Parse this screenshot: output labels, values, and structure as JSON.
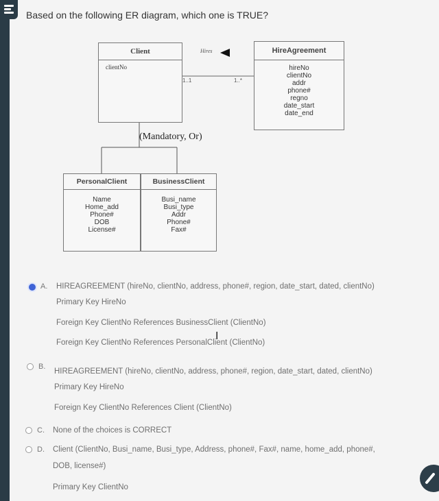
{
  "question": "Based on the following ER diagram, which one is TRUE?",
  "diagram": {
    "client": {
      "title": "Client",
      "attr": "clientNo"
    },
    "relationship": "Hires",
    "card_client": "1..1",
    "card_hire": "1..*",
    "hire": {
      "title": "HireAgreement",
      "attrs": [
        "hireNo",
        "clientNo",
        "addr",
        "phone#",
        "regno",
        "date_start",
        "date_end"
      ]
    },
    "constraint": "(Mandatory, Or)",
    "personal": {
      "title": "PersonalClient",
      "attrs": [
        "Name",
        "Home_add",
        "Phone#",
        "DOB",
        "License#"
      ]
    },
    "business": {
      "title": "BusinessClient",
      "attrs": [
        "Busi_name",
        "Busi_type",
        "Addr",
        "Phone#",
        "Fax#"
      ]
    }
  },
  "options": [
    {
      "letter": "A.",
      "selected": true,
      "lines": [
        "HIREAGREEMENT (hireNo, clientNo, address, phone#, region, date_start, dated, clientNo)",
        "Primary Key HireNo",
        "Foreign Key ClientNo References BusinessClient (ClientNo)",
        "Foreign Key ClientNo References PersonalClient (ClientNo)"
      ]
    },
    {
      "letter": "B.",
      "selected": false,
      "lines": [
        "HIREAGREEMENT (hireNo, clientNo, address, phone#, region, date_start, dated, clientNo)",
        "Primary Key HireNo",
        "Foreign Key ClientNo References Client (ClientNo)"
      ]
    },
    {
      "letter": "C.",
      "selected": false,
      "lines": [
        "None of the choices is CORRECT"
      ]
    },
    {
      "letter": "D.",
      "selected": false,
      "lines": [
        "Client (ClientNo, Busi_name, Busi_type, Address, phone#, Fax#, name, home_add, phone#,",
        "DOB, license#)",
        "Primary Key ClientNo"
      ]
    }
  ]
}
